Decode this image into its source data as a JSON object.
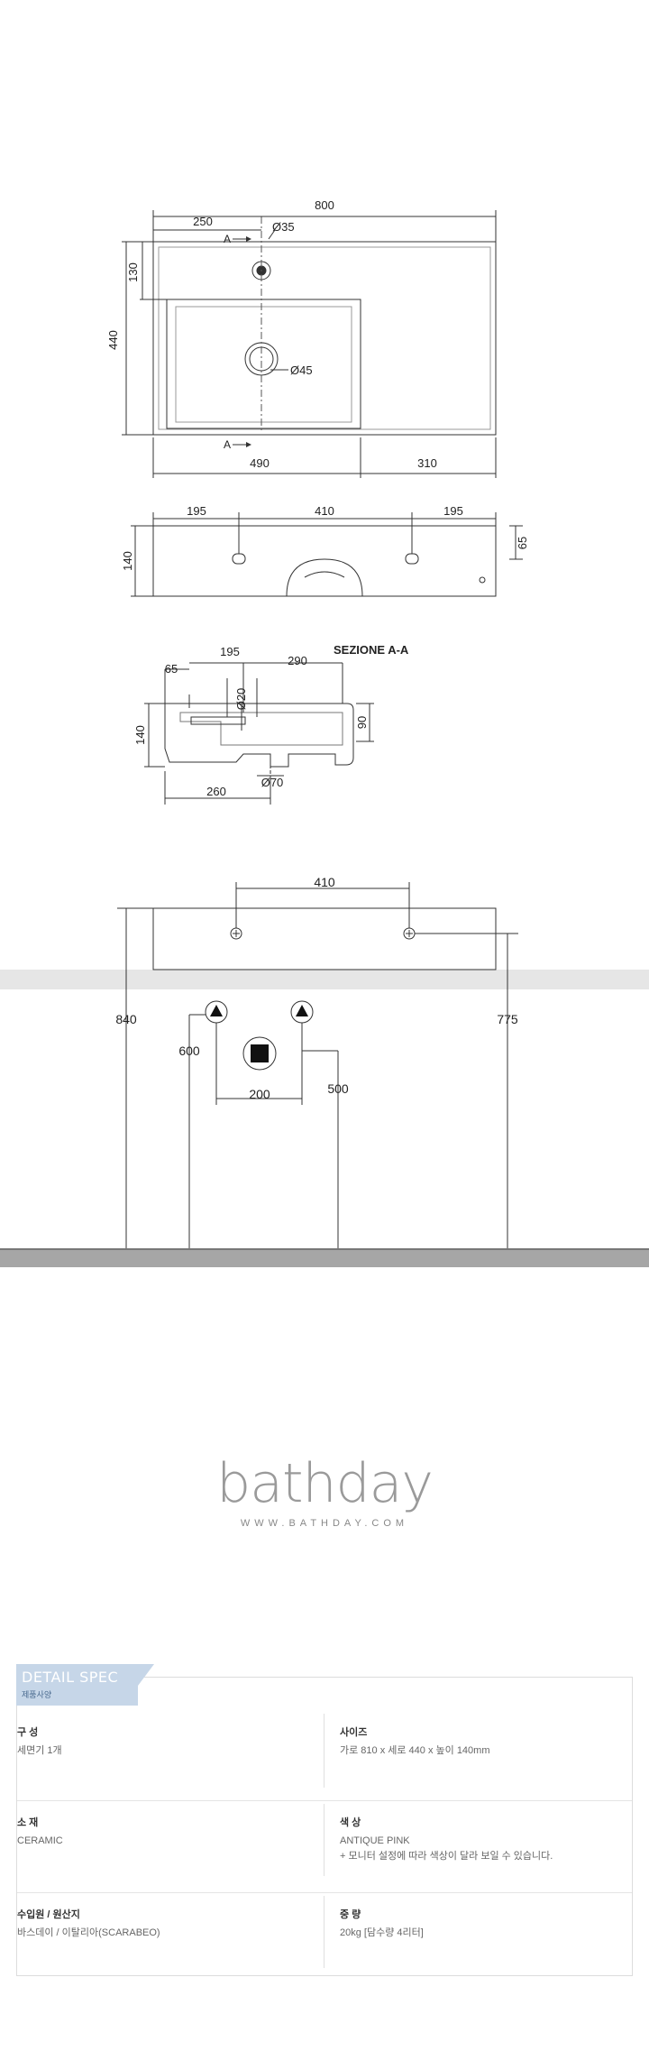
{
  "drawings": {
    "top_view": {
      "dim_width": "800",
      "dim_tap_offset": "250",
      "dim_hole": "Ø35",
      "dim_depth": "440",
      "dim_back": "130",
      "dim_drain": "Ø45",
      "dim_bowl": "490",
      "dim_shelf": "310",
      "section_marker": "A"
    },
    "front_view": {
      "dim_left": "195",
      "dim_center": "410",
      "dim_right": "195",
      "dim_height": "140",
      "dim_hole_height": "65"
    },
    "section_view": {
      "title": "SEZIONE A-A",
      "dim_65": "65",
      "dim_195": "195",
      "dim_290": "290",
      "dim_d20": "Ø20",
      "dim_140": "140",
      "dim_90": "90",
      "dim_d70": "Ø70",
      "dim_260": "260"
    },
    "install_view": {
      "dim_410": "410",
      "dim_840": "840",
      "dim_775": "775",
      "dim_600": "600",
      "dim_500": "500",
      "dim_200": "200"
    }
  },
  "brand": {
    "logo": "bathday",
    "url": "WWW.BATHDAY.COM"
  },
  "spec": {
    "tab_title": "DETAIL SPEC",
    "tab_subtitle": "제품사양",
    "rows": [
      {
        "left_label": "구 성",
        "left_value": "세면기 1개",
        "right_label": "사이즈",
        "right_value": "가로 810 x 세로 440 x 높이 140mm"
      },
      {
        "left_label": "소 재",
        "left_value": "CERAMIC",
        "right_label": "색 상",
        "right_value": "ANTIQUE PINK",
        "right_note": "+ 모니터 설정에 따라 색상이 달라 보일 수 있습니다."
      },
      {
        "left_label": "수입원 / 원산지",
        "left_value": "바스데이 / 이탈리아(SCARABEO)",
        "right_label": "중 량",
        "right_value": "20kg  [담수량 4리터]"
      }
    ]
  }
}
